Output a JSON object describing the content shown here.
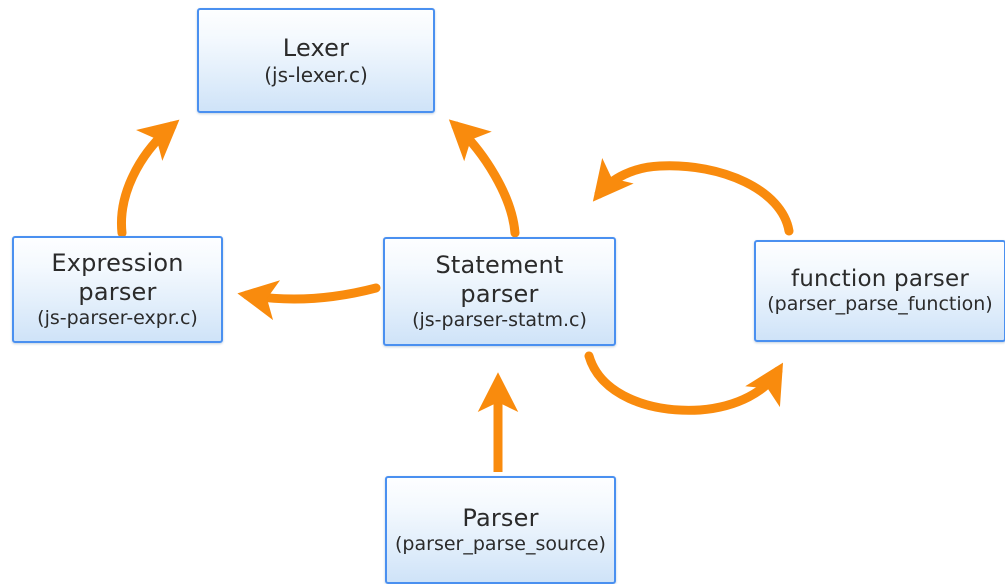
{
  "diagram": {
    "type": "flow-diagram",
    "background_color": "#ffffff",
    "node_fill_top_color": "#fdfeff",
    "node_fill_bottom_color": "#cfe3f8",
    "node_border_color": "#4a90f0",
    "arrow_color": "#f98b0d",
    "nodes": [
      {
        "id": "lexer",
        "title": "Lexer",
        "sub": "(js-lexer.c)"
      },
      {
        "id": "expression-parser",
        "title": "Expression",
        "title2": "parser",
        "sub": "(js-parser-expr.c)"
      },
      {
        "id": "statement-parser",
        "title": "Statement",
        "title2": "parser",
        "sub": "(js-parser-statm.c)"
      },
      {
        "id": "function-parser",
        "title": "function parser",
        "sub": "(parser_parse_function)"
      },
      {
        "id": "parser",
        "title": "Parser",
        "sub": "(parser_parse_source)"
      }
    ],
    "edges": [
      {
        "id": "expression-to-lexer",
        "from": "expression-parser",
        "to": "lexer",
        "style": "curved"
      },
      {
        "id": "statement-to-lexer",
        "from": "statement-parser",
        "to": "lexer",
        "style": "curved"
      },
      {
        "id": "function-to-statement",
        "from": "function-parser",
        "to": "statement-parser",
        "style": "arc-top"
      },
      {
        "id": "statement-to-function",
        "from": "statement-parser",
        "to": "function-parser",
        "style": "arc-bottom"
      },
      {
        "id": "statement-to-expression",
        "from": "statement-parser",
        "to": "expression-parser",
        "style": "horizontal"
      },
      {
        "id": "parser-to-statement",
        "from": "parser",
        "to": "statement-parser",
        "style": "straight-vertical"
      }
    ]
  }
}
